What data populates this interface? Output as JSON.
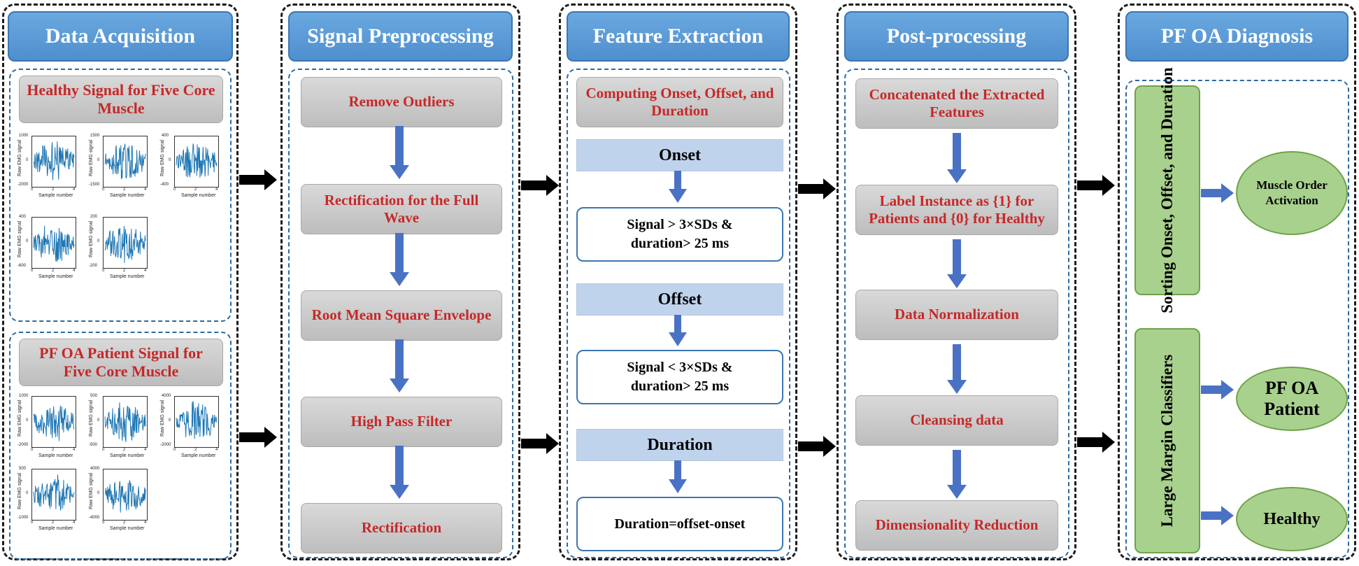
{
  "stages": {
    "acquisition": {
      "title": "Data Acquisition",
      "healthy_label": "Healthy Signal for Five Core Muscle",
      "patient_label": "PF OA Patient Signal for Five Core Muscle",
      "plot_ylabel": "Raw EMG signal",
      "plot_xlabel": "Sample number",
      "healthy_plot_ticks": [
        {
          "ytop": "1000",
          "ymid": "0",
          "ybot": "-2000"
        },
        {
          "ytop": "1500",
          "ymid": "0",
          "ybot": "-1500"
        },
        {
          "ytop": "400",
          "ymid": "0",
          "ybot": "-400"
        },
        {
          "ytop": "400",
          "ymid": "0",
          "ybot": "-600"
        },
        {
          "ytop": "200",
          "ymid": "0",
          "ybot": "-200"
        }
      ],
      "patient_plot_ticks": [
        {
          "ytop": "1000",
          "ymid": "0",
          "ybot": "-2000"
        },
        {
          "ytop": "500",
          "ymid": "0",
          "ybot": "-500"
        },
        {
          "ytop": "4000",
          "ymid": "0",
          "ybot": "-2000"
        },
        {
          "ytop": "500",
          "ymid": "0",
          "ybot": "-1000"
        },
        {
          "ytop": "4000",
          "ymid": "0",
          "ybot": "-4000"
        }
      ],
      "x_ticks": [
        "0",
        "2",
        "4"
      ]
    },
    "preprocessing": {
      "title": "Signal Preprocessing",
      "steps": [
        "Remove Outliers",
        "Rectification for the Full Wave",
        "Root Mean Square Envelope",
        "High Pass Filter",
        "Rectification"
      ]
    },
    "feature": {
      "title": "Feature Extraction",
      "top": "Computing Onset, Offset, and Duration",
      "onset": "Onset",
      "onset_rule_1": "Signal > 3×SDs &",
      "onset_rule_2": "duration> 25 ms",
      "offset": "Offset",
      "offset_rule_1": "Signal < 3×SDs &",
      "offset_rule_2": "duration> 25 ms",
      "duration": "Duration",
      "duration_rule": "Duration=offset-onset"
    },
    "post": {
      "title": "Post-processing",
      "steps": [
        "Concatenated the Extracted Features",
        "Label Instance as {1} for Patients and {0} for Healthy",
        "Data Normalization",
        "Cleansing data",
        "Dimensionality Reduction"
      ]
    },
    "diagnosis": {
      "title": "PF OA  Diagnosis",
      "sort_label": "Sorting Onset, Offset, and Duration",
      "classifier_label": "Large Margin Classifiers",
      "out_activation": "Muscle Order Activation",
      "out_patient": "PF OA Patient",
      "out_healthy": "Healthy"
    }
  },
  "colors": {
    "header_blue": "#4f8fce",
    "step_text_red": "#c62828",
    "arrow_blue": "#4a72c4",
    "green": "#a9d18e"
  }
}
